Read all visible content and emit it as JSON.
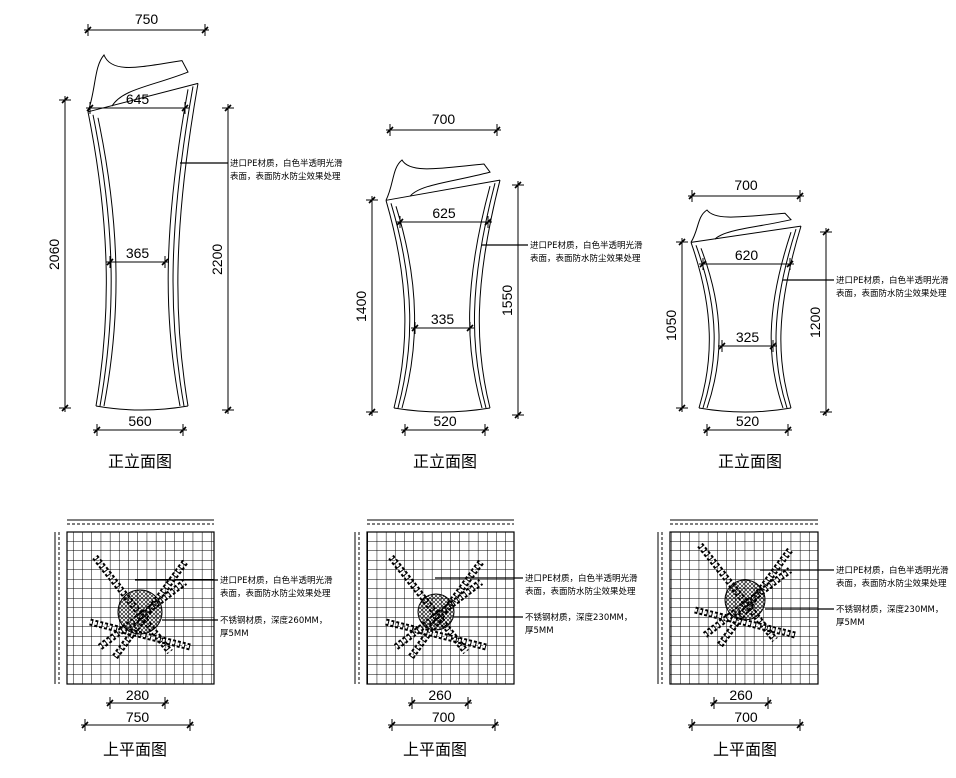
{
  "elevations": [
    {
      "title": "正立面图",
      "top_width": "750",
      "upper_width": "645",
      "waist_width": "365",
      "base_width": "560",
      "height_left": "2060",
      "height_right": "2200",
      "note": [
        "进口PE材质，白色半透明光滑",
        "表面，表面防水防尘效果处理"
      ]
    },
    {
      "title": "正立面图",
      "top_width": "700",
      "upper_width": "625",
      "waist_width": "335",
      "base_width": "520",
      "height_left": "1400",
      "height_right": "1550",
      "note": [
        "进口PE材质，白色半透明光滑",
        "表面，表面防水防尘效果处理"
      ]
    },
    {
      "title": "正立面图",
      "top_width": "700",
      "upper_width": "620",
      "waist_width": "325",
      "base_width": "520",
      "height_left": "1050",
      "height_right": "1200",
      "note": [
        "进口PE材质，白色半透明光滑",
        "表面，表面防水防尘效果处理"
      ]
    }
  ],
  "plans": [
    {
      "title": "上平面图",
      "inner_width": "280",
      "outer_width": "750",
      "note_pe": [
        "进口PE材质，白色半透明光滑",
        "表面，表面防水防尘效果处理"
      ],
      "note_steel": [
        "不锈钢材质，深度260MM，",
        "厚5MM"
      ]
    },
    {
      "title": "上平面图",
      "inner_width": "260",
      "outer_width": "700",
      "note_pe": [
        "进口PE材质，白色半透明光滑",
        "表面，表面防水防尘效果处理"
      ],
      "note_steel": [
        "不锈钢材质，深度230MM，",
        "厚5MM"
      ]
    },
    {
      "title": "上平面图",
      "inner_width": "260",
      "outer_width": "700",
      "note_pe": [
        "进口PE材质，白色半透明光滑",
        "表面，表面防水防尘效果处理"
      ],
      "note_steel": [
        "不锈钢材质，深度230MM，",
        "厚5MM"
      ]
    }
  ]
}
